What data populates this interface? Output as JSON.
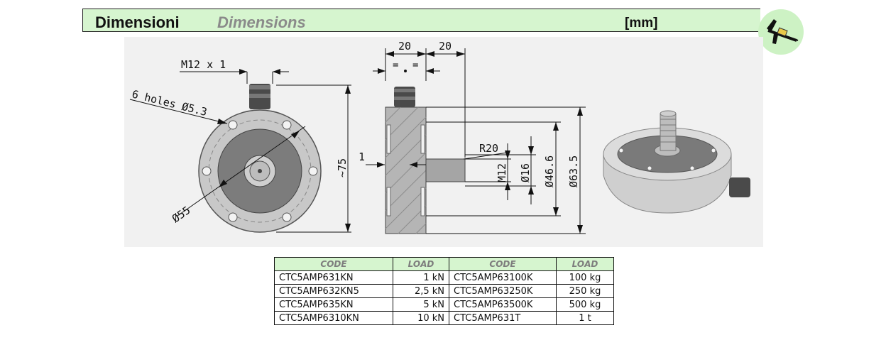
{
  "header": {
    "title_it": "Dimensioni",
    "title_en": "Dimensions",
    "unit": "[mm]",
    "icon": "caliper-icon"
  },
  "drawing": {
    "front_view": {
      "thread_label": "M12 x 1",
      "holes_label": "6 holes Ø5.3",
      "bolt_circle_label": "Ø55",
      "height_label": "~75"
    },
    "section_view": {
      "dim_top_left": "20",
      "dim_top_right": "20",
      "equal_left": "=",
      "equal_right": "=",
      "dim_gap": "1",
      "radius_label": "R20",
      "thread_label": "M12",
      "d16_label": "Ø16",
      "d46_label": "Ø46.6",
      "d63_label": "Ø63.5"
    }
  },
  "table": {
    "headers": [
      "CODE",
      "LOAD",
      "CODE",
      "LOAD"
    ],
    "rows": [
      [
        "CTC5AMP631KN",
        "1 kN",
        "CTC5AMP63100K",
        "100 kg"
      ],
      [
        "CTC5AMP632KN5",
        "2,5 kN",
        "CTC5AMP63250K",
        "250 kg"
      ],
      [
        "CTC5AMP635KN",
        "5 kN",
        "CTC5AMP63500K",
        "500 kg"
      ],
      [
        "CTC5AMP6310KN",
        "10 kN",
        "CTC5AMP631T",
        "1 t"
      ]
    ]
  }
}
